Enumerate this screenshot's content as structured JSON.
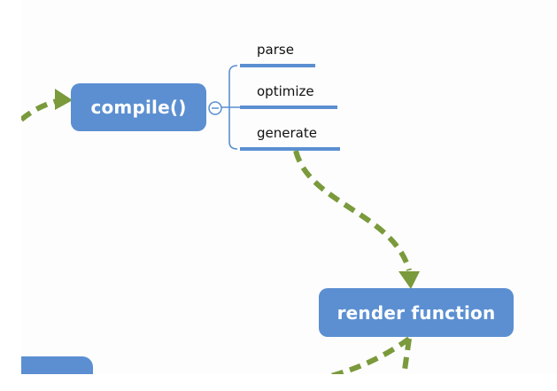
{
  "colors": {
    "node_fill": "#5b8fd1",
    "node_text": "#ffffff",
    "arrow": "#7a9a3c",
    "branch": "#5b8fd1",
    "label_text": "#111111"
  },
  "nodes": {
    "compile": {
      "label": "compile()"
    },
    "render": {
      "label": "render function"
    },
    "partial": {
      "label": ""
    }
  },
  "compile_branches": [
    {
      "label": "parse"
    },
    {
      "label": "optimize"
    },
    {
      "label": "generate"
    }
  ],
  "collapse_toggle": {
    "icon": "minus-circle-icon",
    "symbol": "−"
  }
}
